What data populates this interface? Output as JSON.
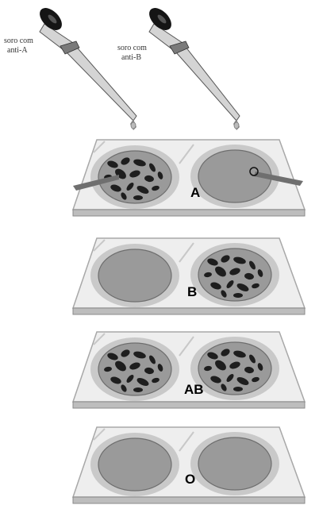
{
  "droppers": [
    {
      "label_line1": "soro com",
      "label_line2": "anti-A"
    },
    {
      "label_line1": "soro com",
      "label_line2": "anti-B"
    }
  ],
  "slides": [
    {
      "label": "A",
      "left_agglutinated": true,
      "right_agglutinated": false
    },
    {
      "label": "B",
      "left_agglutinated": false,
      "right_agglutinated": true
    },
    {
      "label": "AB",
      "left_agglutinated": true,
      "right_agglutinated": true
    },
    {
      "label": "O",
      "left_agglutinated": false,
      "right_agglutinated": false
    }
  ],
  "colors": {
    "slide_face": "#eeeeee",
    "slide_edge": "#a8a8a8",
    "drop_halo": "#c9c9c9",
    "drop_fill": "#9a9a9a",
    "clump": "#1e1e1e",
    "dropper_bulb": "#151515",
    "dropper_tube": "#d4d4d4"
  }
}
